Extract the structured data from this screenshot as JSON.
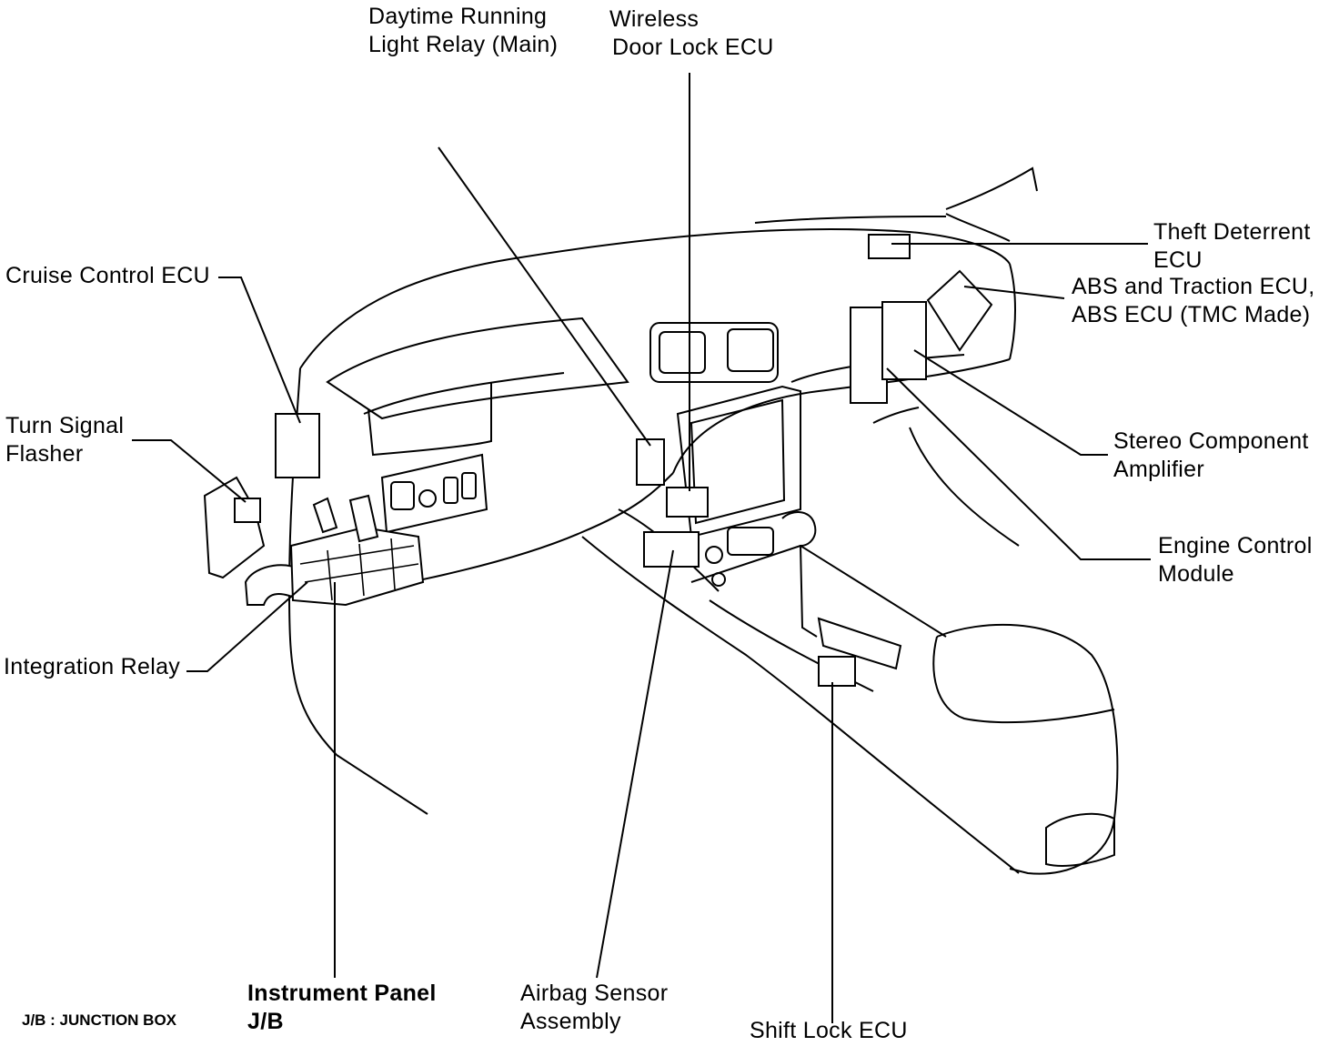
{
  "labels": {
    "drl_relay": [
      "Daytime Running",
      "Light Relay (Main)"
    ],
    "wireless_door_lock": [
      "Wireless",
      "Door Lock ECU"
    ],
    "theft_deterrent": [
      "Theft Deterrent",
      "ECU"
    ],
    "abs_traction": [
      "ABS and Traction ECU,",
      "ABS ECU (TMC Made)"
    ],
    "cruise_control": [
      "Cruise Control ECU"
    ],
    "turn_signal": [
      "Turn Signal",
      "Flasher"
    ],
    "stereo_amp": [
      "Stereo Component",
      "Amplifier"
    ],
    "engine_control": [
      "Engine Control",
      "Module"
    ],
    "integration_relay": [
      "Integration Relay"
    ],
    "instrument_panel_jb": [
      "Instrument Panel",
      "J/B"
    ],
    "airbag_sensor": [
      "Airbag Sensor",
      "Assembly"
    ],
    "shift_lock": [
      "Shift Lock ECU"
    ]
  },
  "legend": "J/B : JUNCTION BOX"
}
